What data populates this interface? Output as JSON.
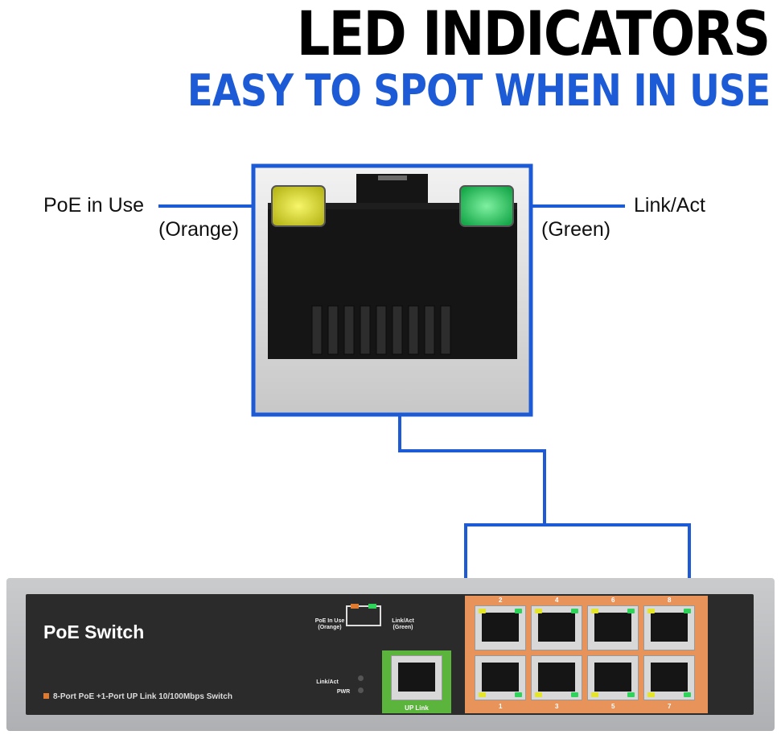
{
  "header": {
    "title": "LED INDICATORS",
    "subtitle": "EASY TO SPOT WHEN IN USE"
  },
  "callouts": {
    "left_label": "PoE in Use",
    "left_color": "(Orange)",
    "right_label": "Link/Act",
    "right_color": "(Green)"
  },
  "switch": {
    "brand": "PoE Switch",
    "model": "8-Port  PoE +1-Port UP Link 10/100Mbps Switch",
    "legend_left": "PoE In Use (Orange)",
    "legend_right": "Link/Act (Green)",
    "uplink_led_label": "Link/Act",
    "pwr_label": "PWR",
    "uplink_label": "UP Link",
    "top_port_numbers": [
      "2",
      "4",
      "6",
      "8"
    ],
    "bottom_port_numbers": [
      "1",
      "3",
      "5",
      "7"
    ]
  },
  "colors": {
    "accent_blue": "#1d5bd6",
    "poe_led": "#e4e42a",
    "link_led": "#2fd35a",
    "port_panel": "#e8935a",
    "uplink_panel": "#5bb43c"
  }
}
